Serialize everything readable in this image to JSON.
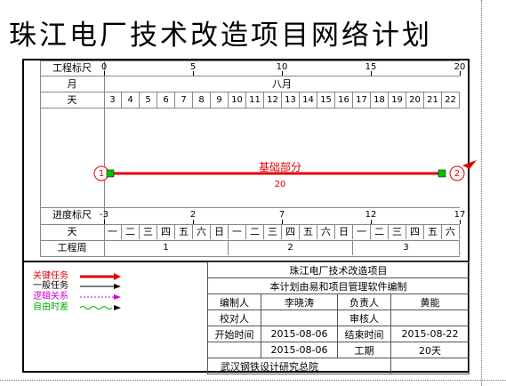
{
  "title": "珠江电厂技术改造项目网络计划",
  "rows": {
    "ruler_label": "工程标尺",
    "month_label": "月",
    "day_label": "天",
    "progress_label": "进度标尺",
    "day2_label": "天",
    "week_label": "工程周"
  },
  "month_value": "八月",
  "ruler_ticks": [
    "0",
    "5",
    "10",
    "15",
    "20"
  ],
  "days": [
    "3",
    "4",
    "5",
    "6",
    "7",
    "8",
    "9",
    "10",
    "11",
    "12",
    "13",
    "14",
    "15",
    "16",
    "17",
    "18",
    "19",
    "20",
    "21",
    "22"
  ],
  "progress_ticks": [
    "-3",
    "2",
    "7",
    "12",
    "17"
  ],
  "weekdays": [
    "一",
    "二",
    "三",
    "四",
    "五",
    "六",
    "日",
    "一",
    "二",
    "三",
    "四",
    "五",
    "六",
    "日",
    "一",
    "二",
    "三",
    "四",
    "五",
    "六"
  ],
  "weeks": [
    "1",
    "2",
    "3"
  ],
  "task": {
    "name": "基础部分",
    "duration": "20",
    "start_node": "1",
    "end_node": "2",
    "color": "#e00000"
  },
  "legend": [
    {
      "label": "关键任务",
      "color": "#e00000"
    },
    {
      "label": "一般任务",
      "color": "#000000"
    },
    {
      "label": "逻辑关系",
      "color": "#d000d0"
    },
    {
      "label": "自由时差",
      "color": "#00b000"
    }
  ],
  "info": {
    "project": "珠江电厂技术改造项目",
    "note": "本计划由易和项目管理软件编制",
    "maker_label": "编制人",
    "maker": "李晓涛",
    "owner_label": "负责人",
    "owner": "黄能",
    "checker_label": "校对人",
    "checker": "",
    "auditor_label": "审核人",
    "auditor": "",
    "start_label": "开始时间",
    "start": "2015-08-06",
    "finish_label": "结束时间",
    "finish": "2015-08-22",
    "date2": "2015-08-06",
    "period_label": "工期",
    "period": "20天",
    "org": "武汉钢铁设计研究总院"
  }
}
